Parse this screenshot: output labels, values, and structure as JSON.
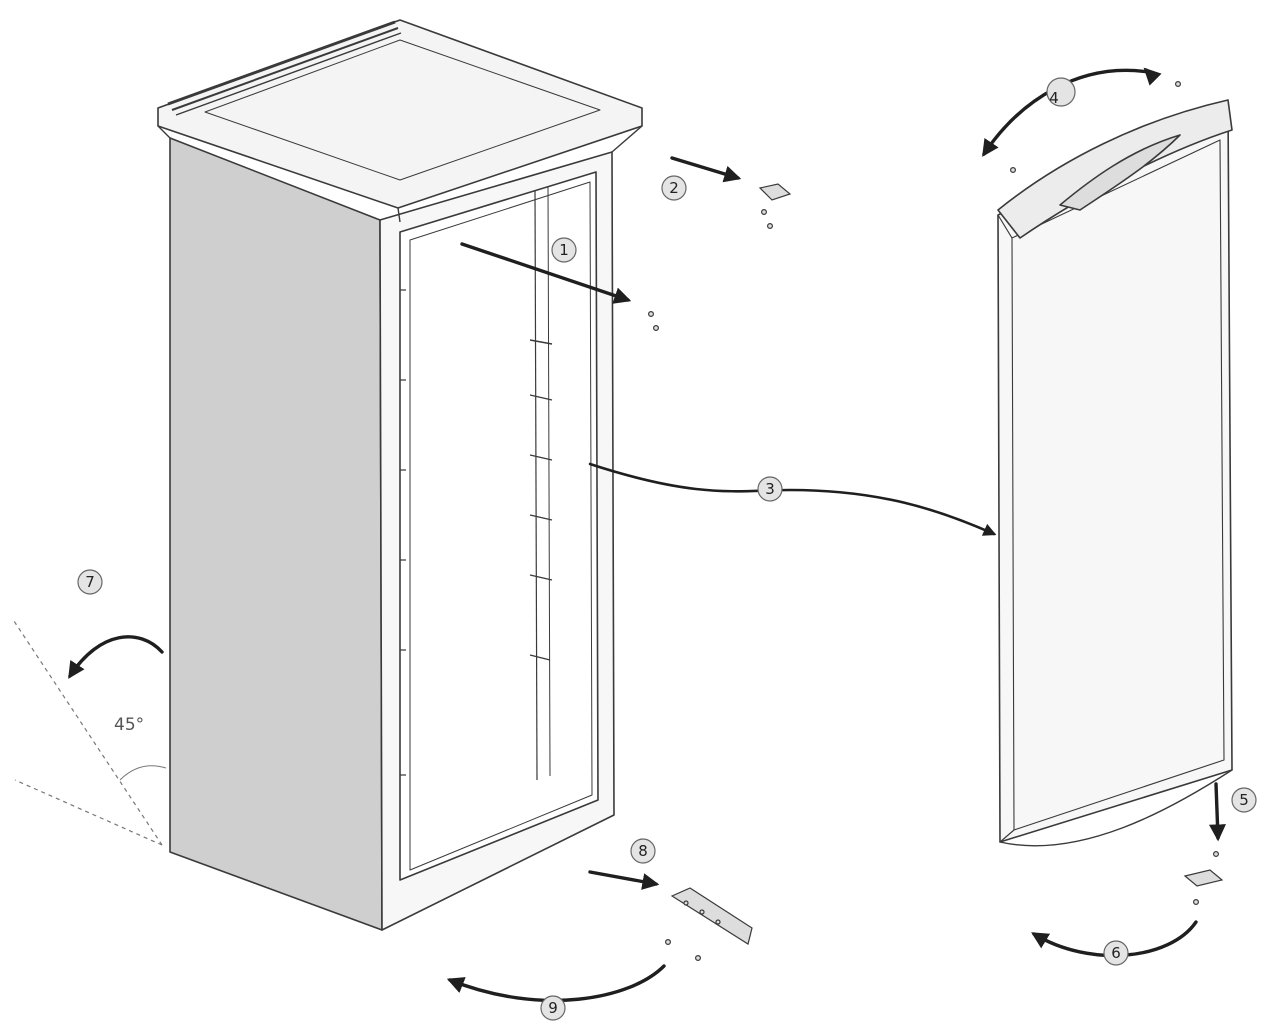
{
  "diagram": {
    "steps": [
      "1",
      "2",
      "3",
      "4",
      "5",
      "6",
      "7",
      "8",
      "9"
    ],
    "angle_label": "45°"
  },
  "colors": {
    "line": "#3a3a3a",
    "side_panel": "#cfcfcf",
    "panel_light": "#f4f4f4",
    "arrow": "#1f1f1f",
    "badge_fill": "#e4e4e4"
  }
}
